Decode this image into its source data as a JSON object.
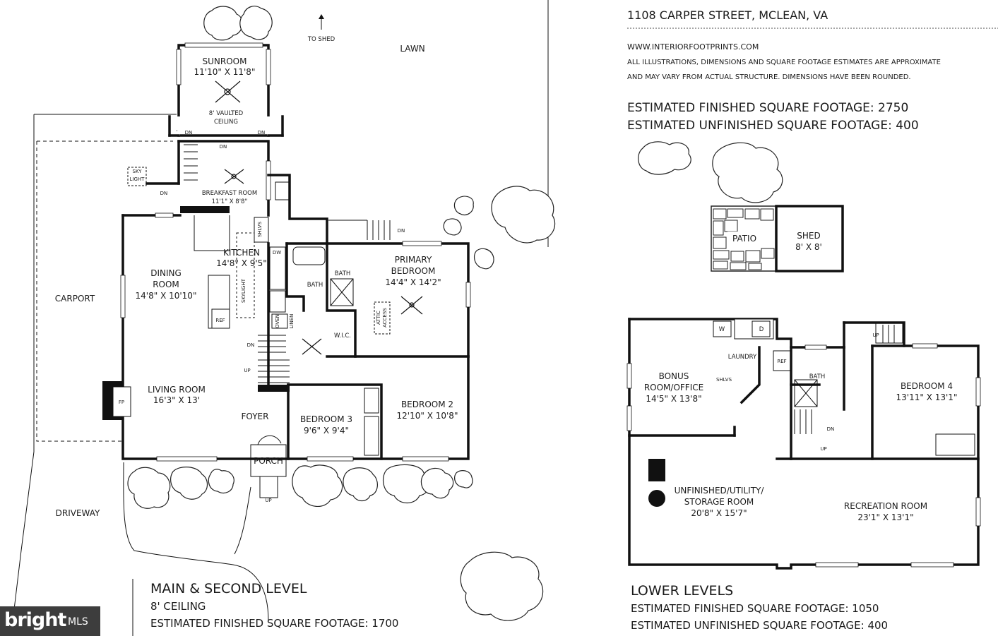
{
  "header": {
    "address": "1108 CARPER STREET, MCLEAN, VA",
    "website": "WWW.INTERIORFOOTPRINTS.COM",
    "disclaimer_1": "ALL ILLUSTRATIONS, DIMENSIONS AND SQUARE FOOTAGE ESTIMATES ARE APPROXIMATE",
    "disclaimer_2": "AND MAY VARY FROM ACTUAL STRUCTURE. DIMENSIONS HAVE BEEN ROUNDED.",
    "total_finished": "ESTIMATED FINISHED SQUARE FOOTAGE: 2750",
    "total_unfinished": "ESTIMATED UNFINISHED SQUARE FOOTAGE: 400"
  },
  "main_level": {
    "title": "MAIN & SECOND LEVEL",
    "ceiling": "8' CEILING",
    "finished": "ESTIMATED FINISHED SQUARE FOOTAGE: 1700",
    "rooms": {
      "sunroom": {
        "name": "SUNROOM",
        "dims": "11'10\" X 11'8\""
      },
      "vaulted_1": "8' VAULTED",
      "vaulted_2": "CEILING",
      "breakfast": {
        "name": "BREAKFAST ROOM",
        "dims": "11'1\" X 8'8\""
      },
      "kitchen": {
        "name": "KITCHEN",
        "dims": "14'8\" X 9'5\""
      },
      "dining_1": "DINING",
      "dining_2": "ROOM",
      "dining_dims": "14'8\" X 10'10\"",
      "living": {
        "name": "LIVING ROOM",
        "dims": "16'3\" X 13'"
      },
      "foyer": "FOYER",
      "porch": "PORCH",
      "primary_1": "PRIMARY",
      "primary_2": "BEDROOM",
      "primary_dims": "14'4\" X 14'2\"",
      "bedroom2": {
        "name": "BEDROOM 2",
        "dims": "12'10\" X 10'8\""
      },
      "bedroom3": {
        "name": "BEDROOM 3",
        "dims": "9'6\" X 9'4\""
      },
      "bath": "BATH",
      "bath2": "BATH",
      "wic": "W.I.C.",
      "carport": "CARPORT",
      "driveway": "DRIVEWAY",
      "lawn": "LAWN",
      "to_shed": "TO SHED",
      "sky_1": "SKY",
      "sky_2": "LIGHT",
      "skylight": "SKYLIGHT",
      "shlvs": "SHLVS",
      "dw": "DW",
      "ref": "REF",
      "oven": "OVEN",
      "linen": "LINEN",
      "attic_1": "ATTIC",
      "attic_2": "ACCESS",
      "fp": "FP",
      "dn": "DN",
      "up": "UP"
    }
  },
  "outbuilding": {
    "patio": "PATIO",
    "shed": {
      "name": "SHED",
      "dims": "8' X 8'"
    }
  },
  "lower_level": {
    "title": "LOWER LEVELS",
    "finished": "ESTIMATED FINISHED SQUARE FOOTAGE:  1050",
    "unfinished": "ESTIMATED UNFINISHED SQUARE FOOTAGE: 400",
    "rooms": {
      "bonus_1": "BONUS",
      "bonus_2": "ROOM/OFFICE",
      "bonus_dims": "14'5\" X 13'8\"",
      "laundry": "LAUNDRY",
      "w": "W",
      "d": "D",
      "ref": "REF",
      "bath": "BATH",
      "shlvs": "SHLVS",
      "bedroom4": {
        "name": "BEDROOM 4",
        "dims": "13'11\" X 13'1\""
      },
      "utility_1": "UNFINISHED/UTILITY/",
      "utility_2": "STORAGE ROOM",
      "utility_dims": "20'8\" X 15'7\"",
      "recreation": {
        "name": "RECREATION ROOM",
        "dims": "23'1\" X 13'1\""
      },
      "up": "UP",
      "dn": "DN"
    }
  },
  "watermark": {
    "brand": "bright",
    "suffix": "MLS"
  }
}
